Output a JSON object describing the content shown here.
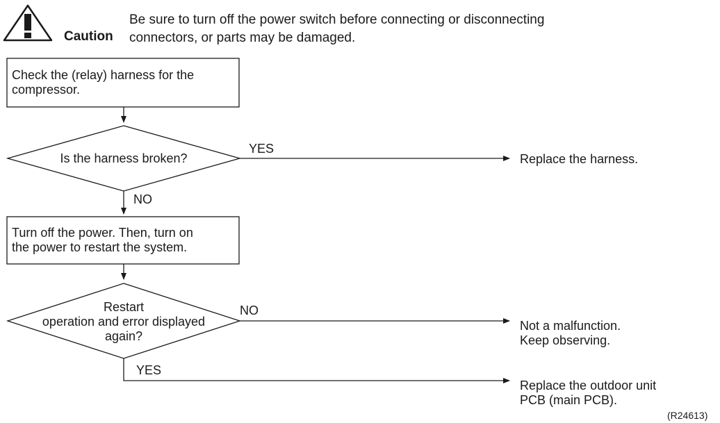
{
  "caution": {
    "label": "Caution",
    "line1": "Be sure to turn off the power switch before connecting or disconnecting",
    "line2": "connectors, or parts may be damaged."
  },
  "steps": {
    "box1": [
      "Check the (relay) harness for the",
      "compressor."
    ],
    "decision1": "Is the harness broken?",
    "decision1_yes": "YES",
    "decision1_no": "NO",
    "result1": "Replace the harness.",
    "box2": [
      "Turn off the power. Then, turn on",
      "the power to restart the system."
    ],
    "decision2": [
      "Restart",
      "operation and error displayed",
      "again?"
    ],
    "decision2_no": "NO",
    "decision2_yes": "YES",
    "result2": [
      "Not a malfunction.",
      "Keep observing."
    ],
    "result3": [
      "Replace the outdoor unit",
      "PCB (main PCB)."
    ]
  },
  "figure_ref": "(R24613)"
}
